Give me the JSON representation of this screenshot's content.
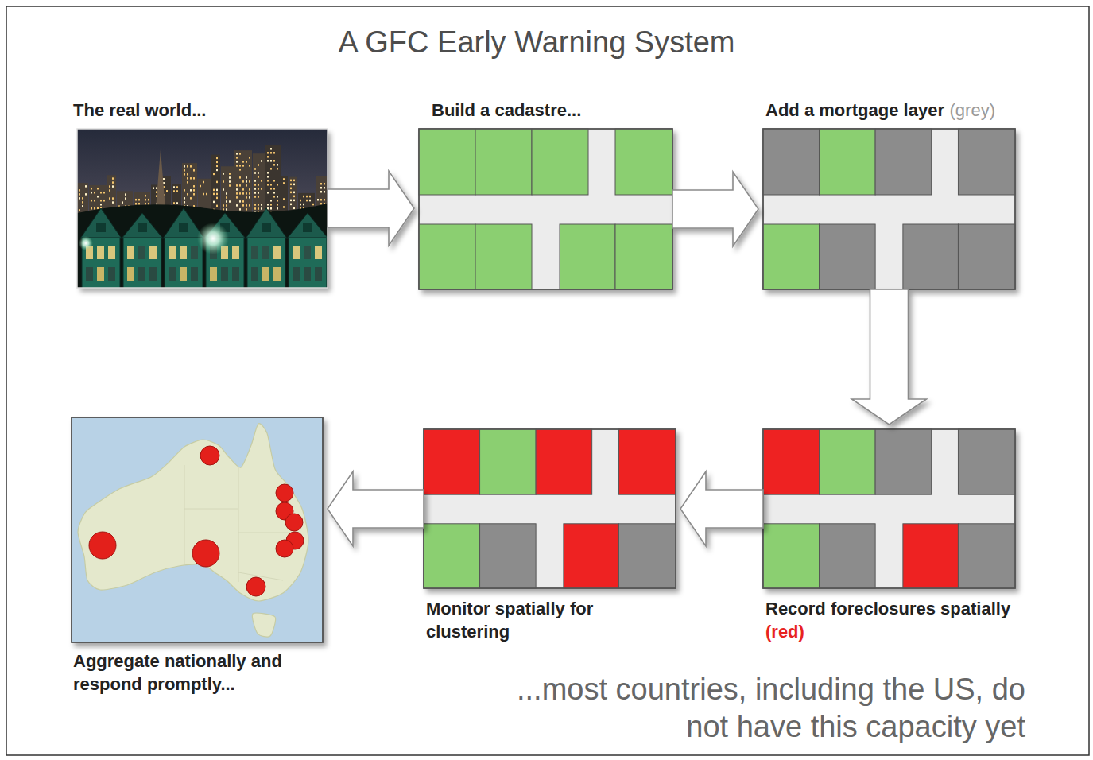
{
  "diagram": {
    "title": "A GFC Early Warning System",
    "caption": "...most countries, including the US, do not have this capacity yet",
    "nodes": [
      {
        "text": [
          "The real world..."
        ]
      },
      {
        "text": [
          "Build a cadastre..."
        ]
      },
      {
        "text": [
          "Add a mortgage layer",
          "(grey)"
        ]
      },
      {
        "text": [
          "Aggregate nationally and respond promptly..."
        ]
      },
      {
        "text": [
          "Monitor spatially for clustering"
        ]
      },
      {
        "text": [
          "Record foreclosures spatially",
          "(red)"
        ]
      }
    ],
    "edges": [
      {
        "from": 0,
        "to": 1,
        "arrow": "to"
      },
      {
        "from": 1,
        "to": 2,
        "arrow": "to"
      },
      {
        "from": 2,
        "to": 5,
        "arrow": "to"
      },
      {
        "from": 5,
        "to": 4,
        "arrow": "to"
      },
      {
        "from": 4,
        "to": 3,
        "arrow": "to"
      }
    ]
  }
}
